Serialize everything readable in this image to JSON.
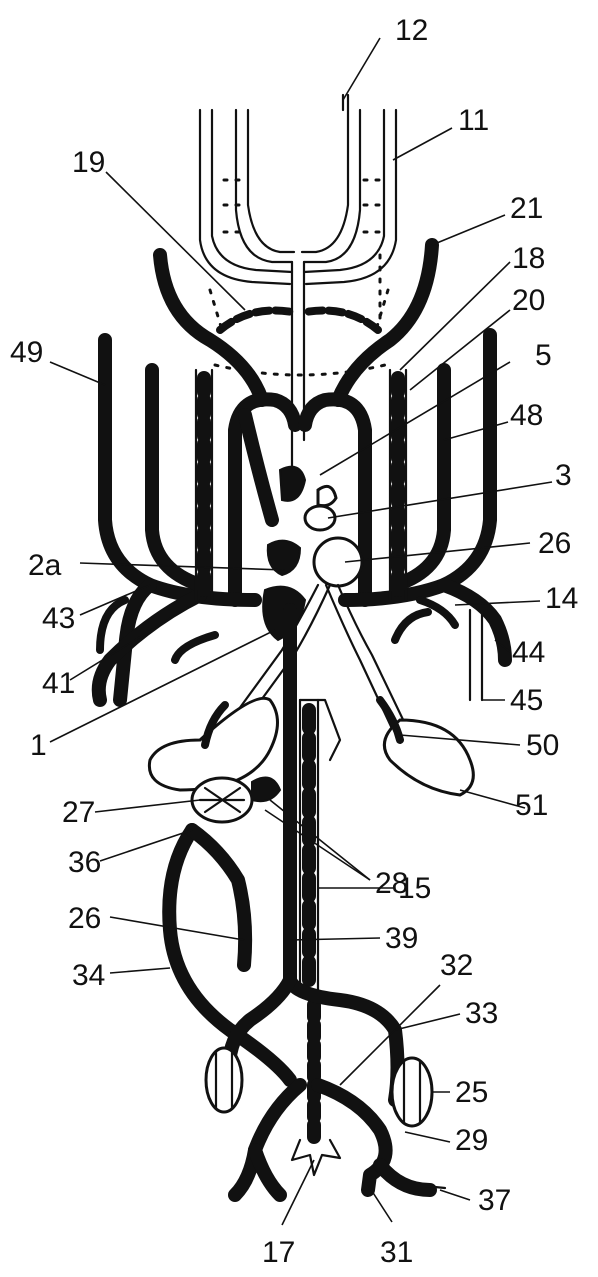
{
  "labels": [
    {
      "key": "n12",
      "text": "12"
    },
    {
      "key": "n11",
      "text": "11"
    },
    {
      "key": "n19",
      "text": "19"
    },
    {
      "key": "n21",
      "text": "21"
    },
    {
      "key": "n18",
      "text": "18"
    },
    {
      "key": "n20",
      "text": "20"
    },
    {
      "key": "n49",
      "text": "49"
    },
    {
      "key": "n5",
      "text": "5"
    },
    {
      "key": "n48",
      "text": "48"
    },
    {
      "key": "n3",
      "text": "3"
    },
    {
      "key": "n2a",
      "text": "2a"
    },
    {
      "key": "n26a",
      "text": "26"
    },
    {
      "key": "n43",
      "text": "43"
    },
    {
      "key": "n14",
      "text": "14"
    },
    {
      "key": "n44",
      "text": "44"
    },
    {
      "key": "n41",
      "text": "41"
    },
    {
      "key": "n45",
      "text": "45"
    },
    {
      "key": "n1",
      "text": "1"
    },
    {
      "key": "n50",
      "text": "50"
    },
    {
      "key": "n51",
      "text": "51"
    },
    {
      "key": "n27",
      "text": "27"
    },
    {
      "key": "n28",
      "text": "28"
    },
    {
      "key": "n36",
      "text": "36"
    },
    {
      "key": "n15",
      "text": "15"
    },
    {
      "key": "n26b",
      "text": "26"
    },
    {
      "key": "n39",
      "text": "39"
    },
    {
      "key": "n32",
      "text": "32"
    },
    {
      "key": "n34",
      "text": "34"
    },
    {
      "key": "n33",
      "text": "33"
    },
    {
      "key": "n25",
      "text": "25"
    },
    {
      "key": "n29",
      "text": "29"
    },
    {
      "key": "n37",
      "text": "37"
    },
    {
      "key": "n17",
      "text": "17"
    },
    {
      "key": "n31",
      "text": "31"
    }
  ]
}
